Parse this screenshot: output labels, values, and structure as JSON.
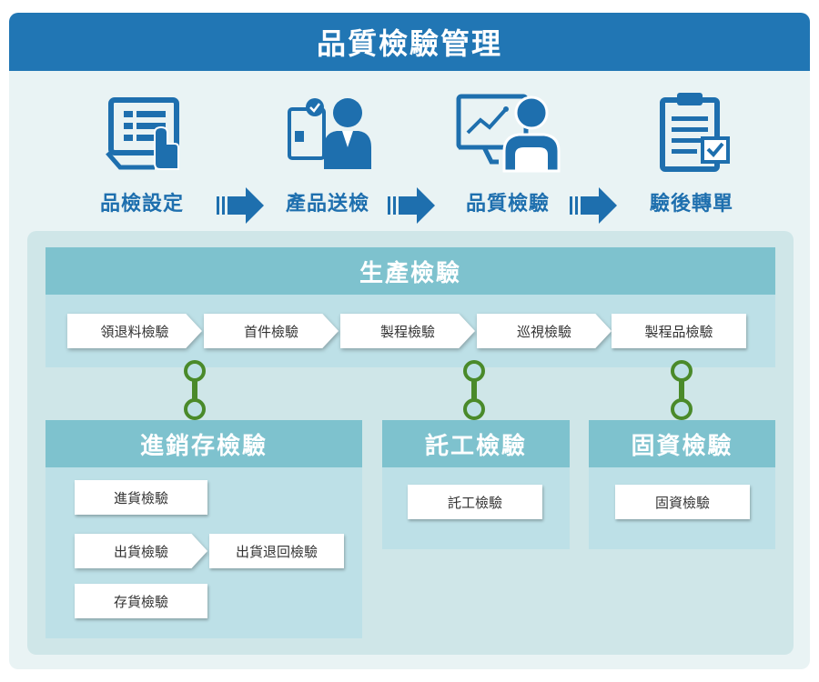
{
  "title": "品質檢驗管理",
  "colors": {
    "title_bg": "#2176b4",
    "icon_blue": "#1e6fae",
    "panel_bg": "#cfe6e8",
    "section_header": "#7ec2ce",
    "section_body": "#bde0e7",
    "connector_green": "#4a8a2a"
  },
  "process_steps": [
    {
      "label": "品檢設定",
      "icon": "tablet-list-icon"
    },
    {
      "label": "產品送檢",
      "icon": "person-document-icon"
    },
    {
      "label": "品質檢驗",
      "icon": "person-screen-chart-icon"
    },
    {
      "label": "驗後轉單",
      "icon": "clipboard-check-icon"
    }
  ],
  "production": {
    "header": "生產檢驗",
    "steps": [
      "領退料檢驗",
      "首件檢驗",
      "製程檢驗",
      "巡視檢驗",
      "製程品檢驗"
    ]
  },
  "sales": {
    "header": "進銷存檢驗",
    "items": [
      "進貨檢驗",
      "出貨檢驗",
      "出貨退回檢驗",
      "存貨檢驗"
    ]
  },
  "outsource": {
    "header": "託工檢驗",
    "items": [
      "託工檢驗"
    ]
  },
  "assets": {
    "header": "固資檢驗",
    "items": [
      "固資檢驗"
    ]
  }
}
